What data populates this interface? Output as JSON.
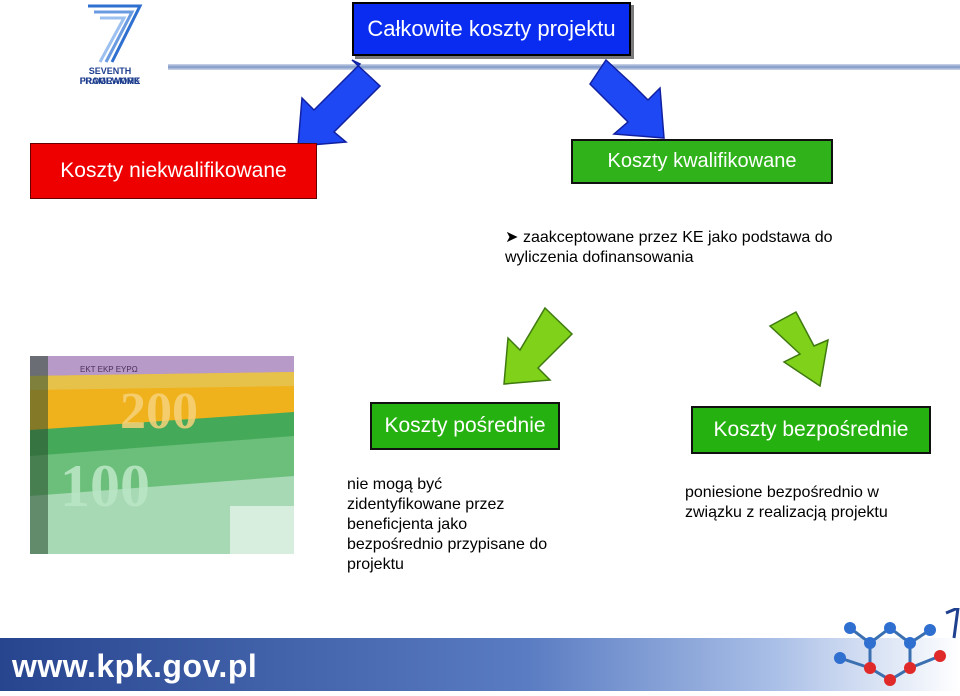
{
  "logo": {
    "line1": "SEVENTH FRAMEWORK",
    "line2": "PROGRAMME"
  },
  "boxes": {
    "total": "Całkowite koszty projektu",
    "non_eligible": "Koszty niekwalifikowane",
    "eligible": "Koszty kwalifikowane",
    "indirect": "Koszty pośrednie",
    "direct": "Koszty bezpośrednie"
  },
  "bullet": {
    "line1": "zaakceptowane przez KE jako podstawa do",
    "line2": "wyliczenia dofinansowania"
  },
  "indirect_desc": [
    "nie mogą być",
    "zidentyfikowane przez",
    "beneficjenta jako",
    "bezpośrednio przypisane do",
    "projektu"
  ],
  "direct_desc": [
    "poniesione bezpośrednio w",
    "związku z realizacją projektu"
  ],
  "banknotes": {
    "labels": [
      "100",
      "200",
      "EKT EKP EYPΩ"
    ]
  },
  "footer": {
    "url": "www.kpk.gov.pl"
  },
  "colors": {
    "blue_box": "#0a2bf0",
    "red_box": "#ee0000",
    "green_box": "#25b10f",
    "arrow_blue": "#1f48f5",
    "arrow_green": "#7fd11a"
  }
}
